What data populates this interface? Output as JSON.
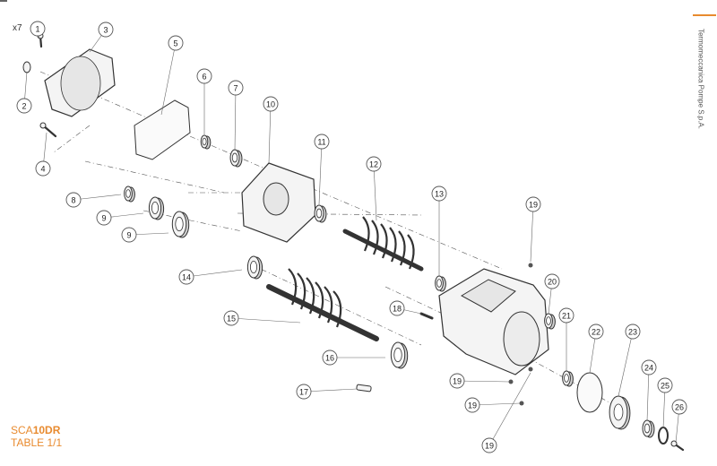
{
  "header": {
    "quantity_note": "x7"
  },
  "brand": {
    "name": "Termomeccanica Pompe S.p.A.",
    "accent": "#e88a2e"
  },
  "footer": {
    "model_prefix": "SCA",
    "model_bold": "10DR",
    "table": "TABLE 1/1"
  },
  "callouts": [
    "1",
    "2",
    "3",
    "4",
    "5",
    "6",
    "7",
    "8",
    "9",
    "9",
    "10",
    "11",
    "12",
    "13",
    "14",
    "15",
    "16",
    "17",
    "18",
    "19",
    "19",
    "19",
    "19",
    "20",
    "21",
    "22",
    "23",
    "24",
    "25",
    "26"
  ],
  "parts": [
    "screw",
    "plug",
    "end-cover",
    "bolt",
    "gasket",
    "seal-ring",
    "bearing",
    "bearing",
    "bearing",
    "bearing",
    "bearing-housing",
    "bearing",
    "male-rotor",
    "bearing",
    "bearing",
    "female-rotor",
    "bearing",
    "key",
    "pin",
    "plug",
    "plug",
    "plug",
    "plug",
    "seal-ring",
    "bushing",
    "gasket",
    "cover",
    "seal",
    "circlip",
    "screw"
  ]
}
